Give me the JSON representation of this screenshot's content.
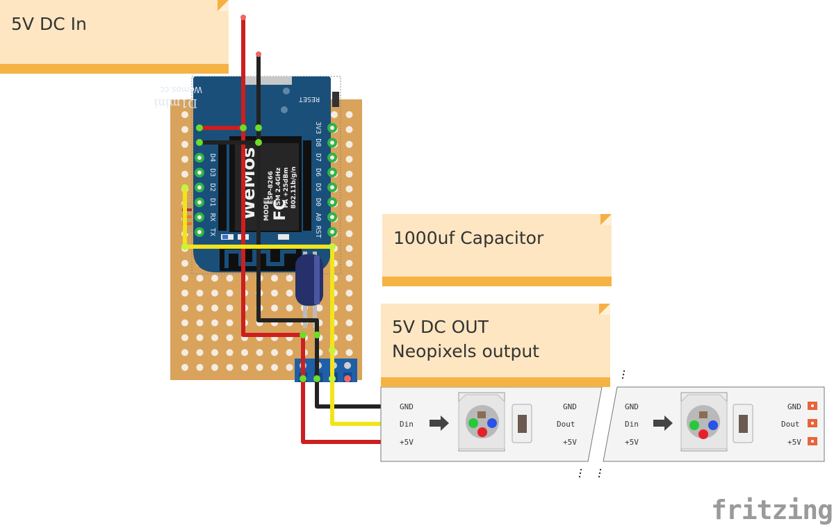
{
  "notes": {
    "dc_in": "5V DC In",
    "capacitor": "1000uf Capacitor",
    "dc_out_line1": "5V DC OUT",
    "dc_out_line2": "Neopixels output"
  },
  "d1mini": {
    "brand_top": "Wemos.cc",
    "model_name": "D1mini",
    "reset_label": "RESET",
    "left_pins": [
      "D4",
      "D3",
      "D2",
      "D1",
      "RX",
      "TX"
    ],
    "right_pins": [
      "3V3",
      "D8",
      "D7",
      "D6",
      "D5",
      "D0",
      "A0",
      "RST"
    ],
    "chip_lines": [
      "ESP-8266",
      "ISM 2.4GHz",
      "PA +25dBm",
      "802.11b/g/n"
    ],
    "chip_model": "MODEL",
    "chip_brand": "WeMos",
    "chip_fcc": "FC"
  },
  "strip": {
    "left_labels": [
      "GND",
      "Din",
      "+5V"
    ],
    "right_labels_a": [
      "GND",
      "Dout",
      "+5V"
    ],
    "left_labels_b": [
      "GND",
      "Din",
      "+5V"
    ],
    "right_labels_b": [
      "GND",
      "Dout",
      "+5V"
    ]
  },
  "colors": {
    "red_wire": "#cc1f1f",
    "black_wire": "#222222",
    "yellow_wire": "#f2e41a",
    "board": "#d9a35c",
    "d1_blue": "#1a4f7a",
    "note_bg": "#fde6c1",
    "note_bar": "#f5b343"
  },
  "brand": "fritzing"
}
